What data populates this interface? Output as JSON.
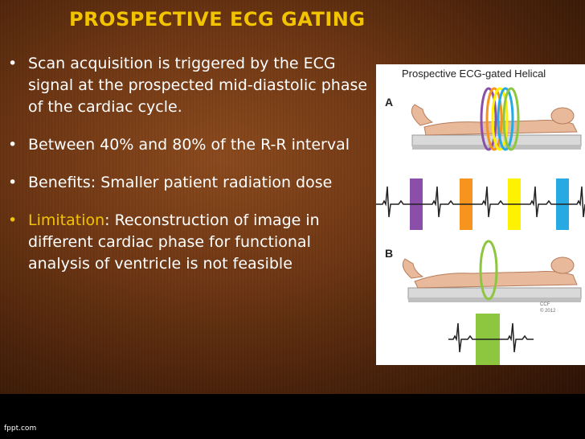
{
  "slide": {
    "title": "PROSPECTIVE ECG GATING",
    "bullets": [
      {
        "text": "Scan acquisition is triggered by the ECG signal at the prospected mid-diastolic phase of the cardiac cycle."
      },
      {
        "text": "Between 40% and 80% of the R-R interval"
      },
      {
        "text": "Benefits: Smaller patient radiation dose"
      },
      {
        "highlight": "Limitation",
        "text": ": Reconstruction of image in different cardiac phase for functional analysis of ventricle is not feasible"
      }
    ],
    "bullet_marker": "•"
  },
  "figure": {
    "title": "Prospective ECG-gated Helical",
    "panel_a_label": "A",
    "panel_b_label": "B",
    "credit_line1": "CCF",
    "credit_line2": "© 2012",
    "gate_colors_a": [
      "#8b4faa",
      "#f7941d",
      "#fff200",
      "#27aae1"
    ],
    "gate_color_b": "#8dc63f"
  },
  "footer": {
    "text": "fppt.com"
  },
  "colors": {
    "title": "#f2c400",
    "highlight": "#f2c400",
    "body_text": "#ffffff"
  }
}
